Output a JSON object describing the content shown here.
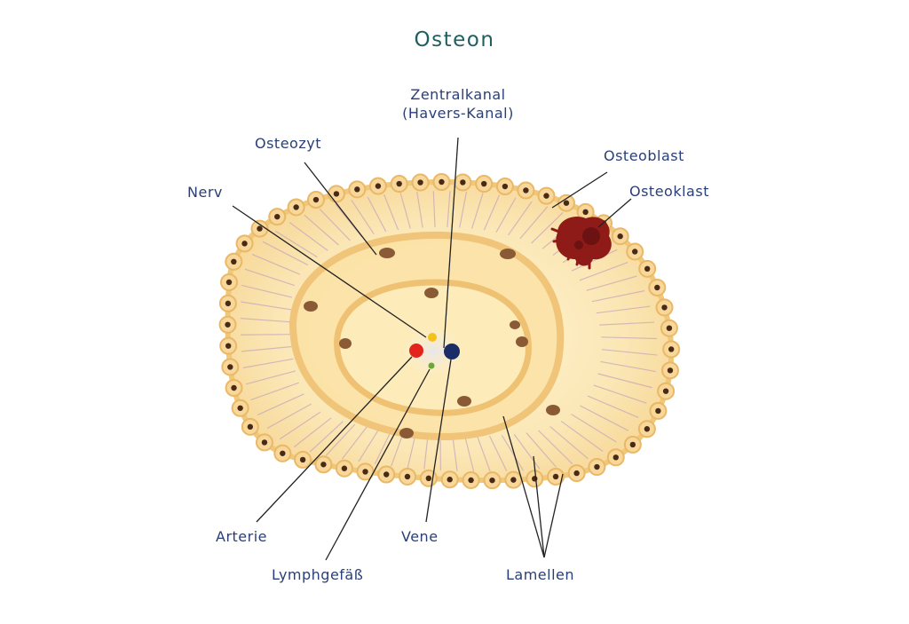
{
  "title": "Osteon",
  "labels": {
    "zentralkanal_line1": "Zentralkanal",
    "zentralkanal_line2": "(Havers-Kanal)",
    "osteozyt": "Osteozyt",
    "osteoblast": "Osteoblast",
    "osteoklast": "Osteoklast",
    "nerv": "Nerv",
    "arterie": "Arterie",
    "lymphgefaess": "Lymphgefäß",
    "vene": "Vene",
    "lamellen": "Lamellen"
  },
  "colors": {
    "label_text": "#2a3f78",
    "title_text": "#1f5f5f",
    "bone_fill": "#fbe6b0",
    "bone_ring": "#f4d48e",
    "cell_ring": "#f2c777",
    "cell_nucleus": "#4a2a14",
    "osteoclast": "#8e1b18",
    "arterie": "#e2241d",
    "vene": "#1c2c66",
    "nerv": "#f2c21b",
    "lymph": "#6aa83a"
  }
}
